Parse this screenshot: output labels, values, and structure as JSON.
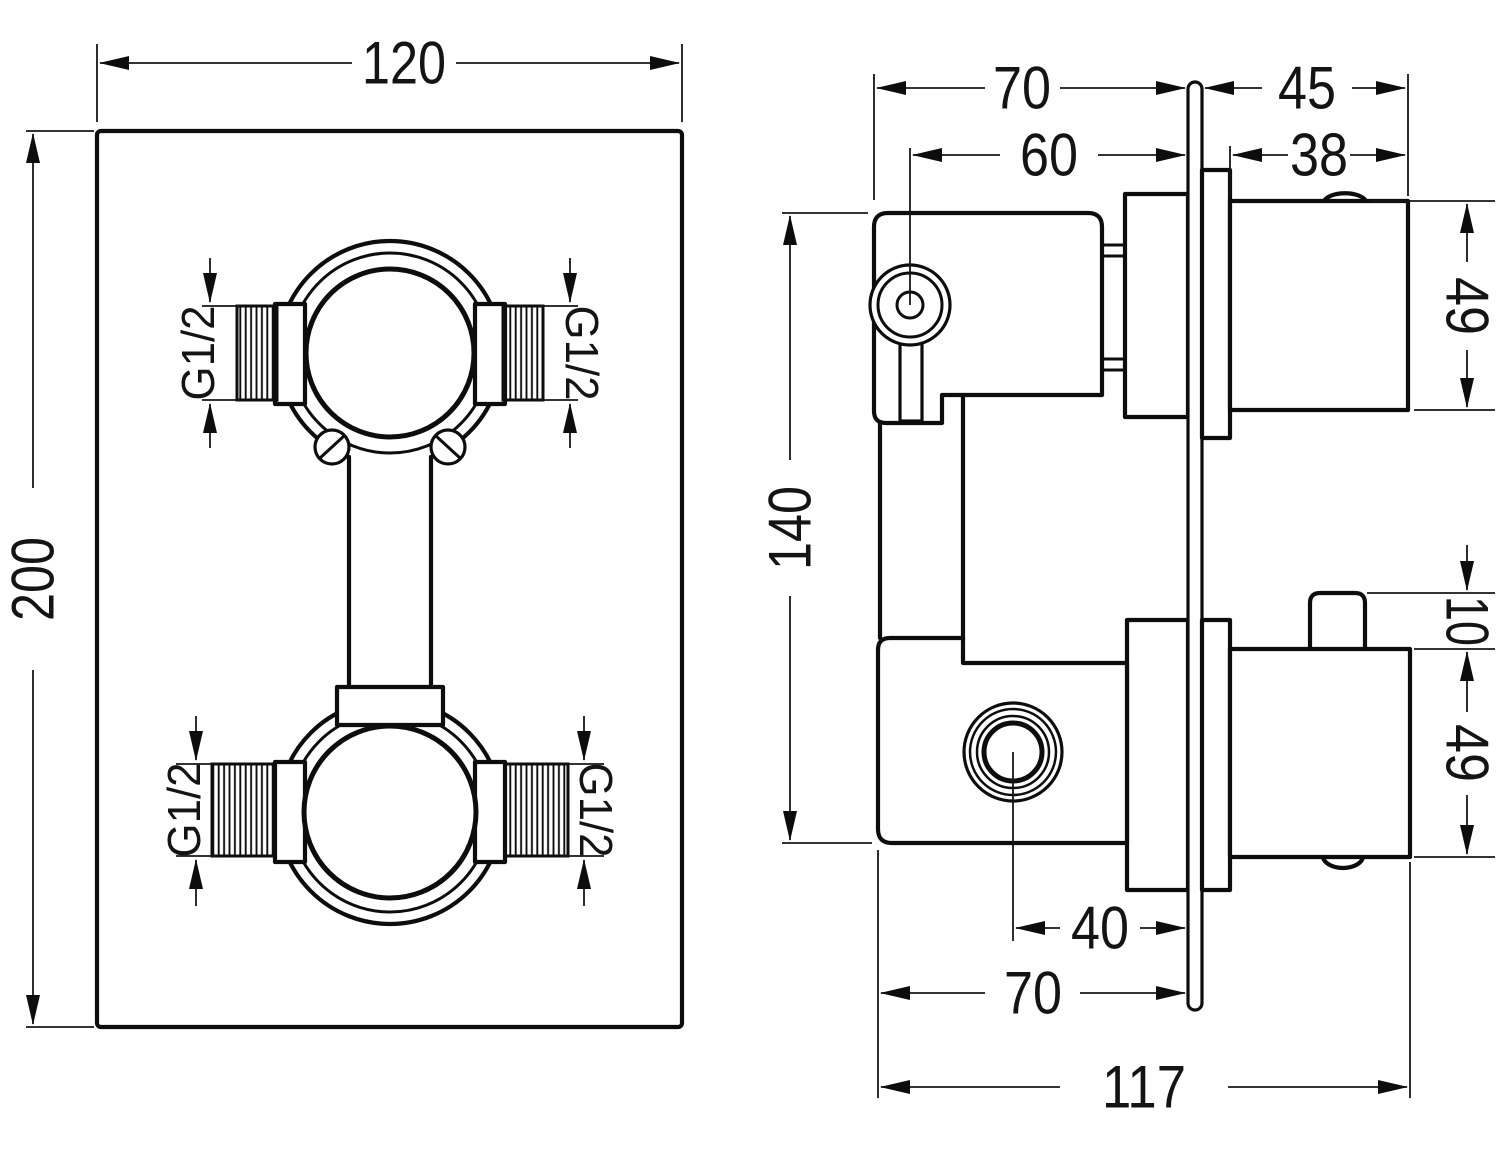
{
  "drawing": {
    "colors": {
      "background": "#ffffff",
      "line": "#0d0d0d"
    },
    "front_view": {
      "width": "120",
      "height": "200",
      "threads": {
        "top_left": "G1/2",
        "top_right": "G1/2",
        "bottom_left": "G1/2",
        "bottom_right": "G1/2"
      }
    },
    "side_view": {
      "body_width_top": "70",
      "knob_depth": "45",
      "inlet_axis_to_plate": "60",
      "knob_width": "38",
      "upper_knob_height": "49",
      "body_height": "140",
      "stem_protrusion": "10",
      "lower_knob_height": "49",
      "outlet_axis_to_plate": "40",
      "body_width_bottom": "70",
      "total_depth": "117"
    }
  }
}
